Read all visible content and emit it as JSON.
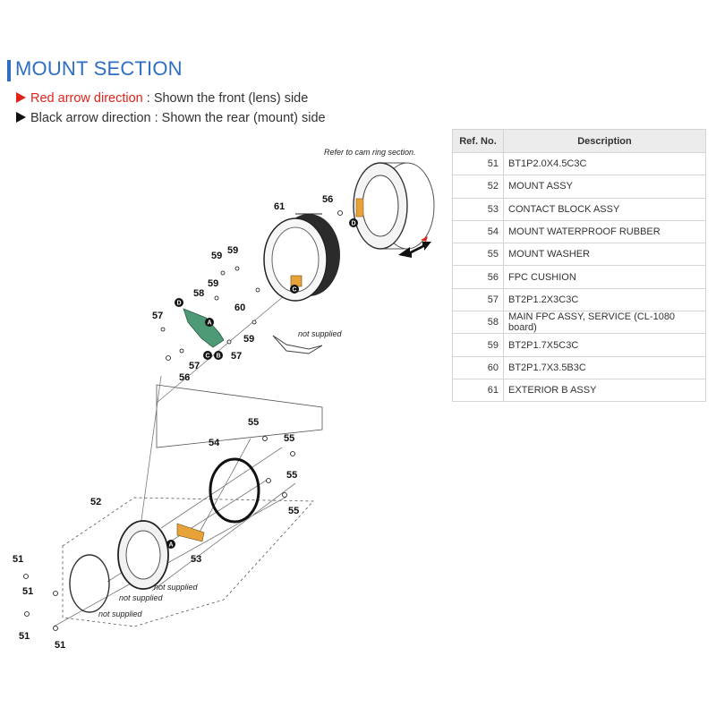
{
  "title": "MOUNT SECTION",
  "legend": {
    "red_label": "Red arrow direction",
    "red_rest": " : Shown the front (lens) side",
    "black_label": "Black arrow direction : Shown the rear (mount) side"
  },
  "colors": {
    "title_blue": "#2f6fc1",
    "red": "#e0241b",
    "board_green": "#4f9a76",
    "contact_orange": "#e8a23a"
  },
  "diagram": {
    "refer_note": "Refer to cam ring section.",
    "not_supplied": "not supplied",
    "circle_markers": {
      "a": "A",
      "b": "B",
      "c": "C",
      "d": "D"
    },
    "callouts": {
      "c51a": "51",
      "c51b": "51",
      "c51c": "51",
      "c51d": "51",
      "c52": "52",
      "c53": "53",
      "c54": "54",
      "c55a": "55",
      "c55b": "55",
      "c55c": "55",
      "c55d": "55",
      "c56a": "56",
      "c56b": "56",
      "c57a": "57",
      "c57b": "57",
      "c57c": "57",
      "c58": "58",
      "c59a": "59",
      "c59b": "59",
      "c59c": "59",
      "c59d": "59",
      "c60": "60",
      "c61": "61"
    }
  },
  "table": {
    "headers": {
      "ref": "Ref. No.",
      "desc": "Description"
    },
    "rows": [
      {
        "ref": "51",
        "desc": "BT1P2.0X4.5C3C"
      },
      {
        "ref": "52",
        "desc": "MOUNT ASSY"
      },
      {
        "ref": "53",
        "desc": "CONTACT BLOCK ASSY"
      },
      {
        "ref": "54",
        "desc": "MOUNT WATERPROOF RUBBER"
      },
      {
        "ref": "55",
        "desc": "MOUNT WASHER"
      },
      {
        "ref": "56",
        "desc": "FPC CUSHION"
      },
      {
        "ref": "57",
        "desc": "BT2P1.2X3C3C"
      },
      {
        "ref": "58",
        "desc": "MAIN FPC ASSY, SERVICE (CL-1080 board)"
      },
      {
        "ref": "59",
        "desc": "BT2P1.7X5C3C"
      },
      {
        "ref": "60",
        "desc": "BT2P1.7X3.5B3C"
      },
      {
        "ref": "61",
        "desc": "EXTERIOR B ASSY"
      }
    ]
  }
}
